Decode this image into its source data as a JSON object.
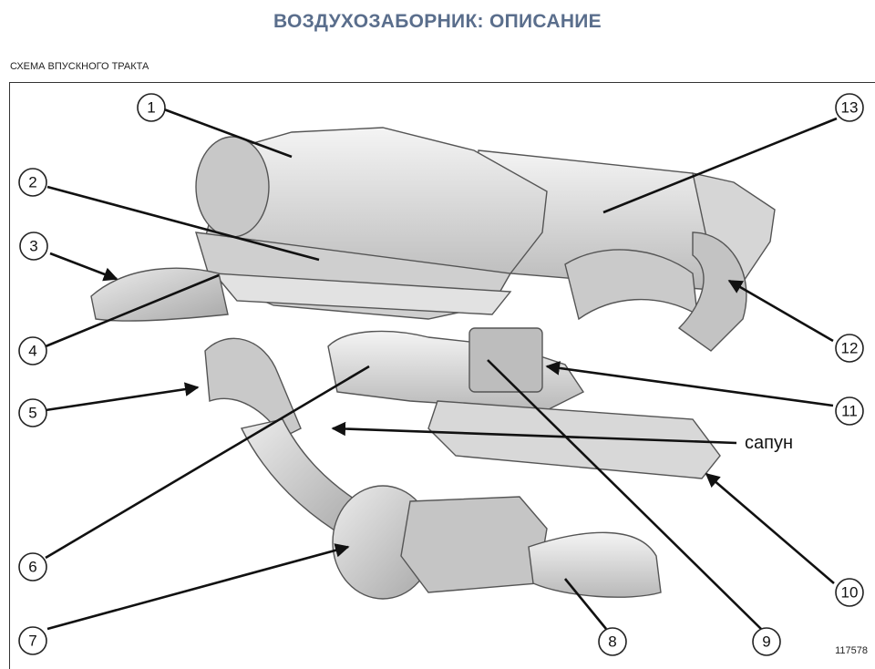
{
  "title": "ВОЗДУХОЗАБОРНИК: ОПИСАНИЕ",
  "subtitle": "СХЕМА ВПУСКНОГО ТРАКТА",
  "figure_id": "117578",
  "annotation": "сапун",
  "callouts": [
    "1",
    "2",
    "3",
    "4",
    "5",
    "6",
    "7",
    "8",
    "9",
    "10",
    "11",
    "12",
    "13"
  ]
}
